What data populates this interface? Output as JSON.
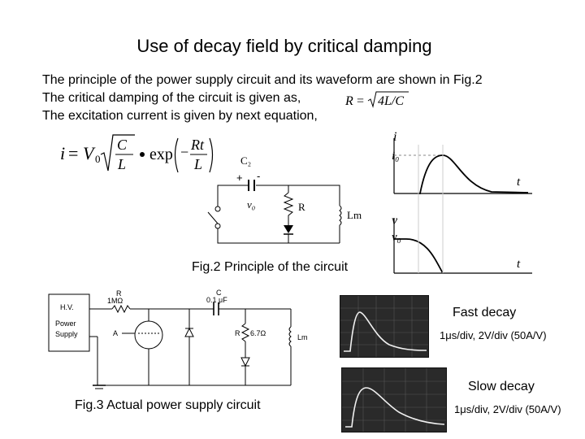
{
  "title": "Use of decay field by critical damping",
  "body": {
    "line1": "The  principle of the power supply circuit and its waveform are shown in Fig.2",
    "line2": "The critical damping of the circuit is given as,",
    "line3": "The excitation current is given by next equation,"
  },
  "formulas": {
    "damping": "R = √4L/C",
    "current": "i = V₀ √(C/L) • exp(−Rt/L)"
  },
  "fig2": {
    "caption": "Fig.2 Principle of the circuit",
    "labels": {
      "cap": "C₂",
      "plus": "+",
      "minus": "-",
      "v0": "v₀",
      "R": "R",
      "Lm": "Lm"
    },
    "waveform": {
      "i_label": "i",
      "i0_label": "i₀",
      "t_label": "t",
      "v_label": "v",
      "v0_label": "v₀",
      "t2_label": "t"
    }
  },
  "fig3": {
    "caption": "Fig.3 Actual power supply circuit",
    "labels": {
      "hv": "H.V.",
      "power": "Power",
      "supply": "Supply",
      "R": "R",
      "R_val": "1MΩ",
      "C": "C",
      "C_val": "0.1 μF",
      "A": "A",
      "R2": "R",
      "R2_val": "6.7Ω",
      "Lm": "Lm"
    }
  },
  "scopes": {
    "fast": {
      "title": "Fast decay",
      "setting": "1μs/div, 2V/div (50A/V)"
    },
    "slow": {
      "title": "Slow decay",
      "setting": "1μs/div, 2V/div (50A/V)"
    }
  }
}
